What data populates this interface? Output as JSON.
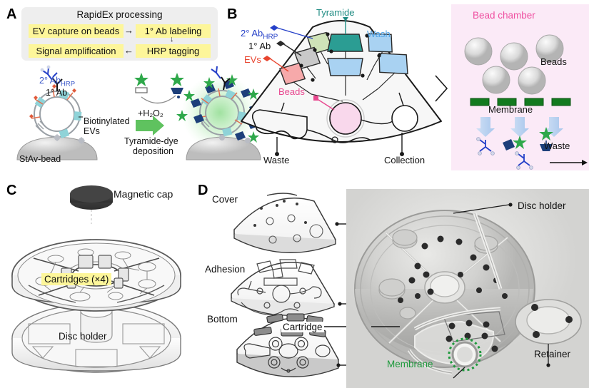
{
  "figure": {
    "panels": [
      "A",
      "B",
      "C",
      "D"
    ],
    "colors": {
      "highlight_yellow": "#fdf69a",
      "panelA_box_gray": "#eeeeee",
      "bead_chamber_pink": "#fbeaf7",
      "beads_label_pink": "#e8488f",
      "tyramide_teal": "#1e8b82",
      "wash_blue": "#4da3e8",
      "secondary_ab_blue": "#2540c8",
      "evs_red": "#e8452f",
      "membrane_green": "#1f9a3d",
      "bead_chamber_title_pink": "#ef4fa0"
    }
  },
  "panelA": {
    "letter": "A",
    "flow_title": "RapidEx processing",
    "steps": [
      "EV capture on beads",
      "1° Ab labeling",
      "Signal amplification",
      "HRP tagging"
    ],
    "arrows": [
      "→",
      "↓",
      "←"
    ],
    "schematic_labels": {
      "secondary_ab": "2° Ab",
      "secondary_ab_sub": "HRP",
      "primary_ab": "1° Ab",
      "biotinylated": "Biotinylated",
      "evs": "EVs",
      "bead": "StAv-bead",
      "peroxide": "+H₂O₂",
      "reaction_line1": "Tyramide-dye",
      "reaction_line2": "deposition"
    }
  },
  "panelB": {
    "letter": "B",
    "labels": {
      "tyramide": "Tyramide",
      "secondary_ab": "2° Ab",
      "secondary_ab_sub": "HRP",
      "primary_ab": "1° Ab",
      "evs": "EVs",
      "wash": "Wash",
      "beads": "Beads",
      "waste": "Waste",
      "collection": "Collection"
    },
    "chamber_colors": {
      "secondary_ab": "#cfe3b8",
      "primary_ab": "#c9c9c9",
      "evs": "#f6a9aa",
      "tyramide": "#2b9d93",
      "wash": "#a9d2f2"
    }
  },
  "beadChamber": {
    "title": "Bead chamber",
    "beads": "Beads",
    "membrane": "Membrane",
    "waste": "Waste",
    "bead_count": 5,
    "membrane_segments": 4,
    "flow_arrows": 3
  },
  "panelC": {
    "letter": "C",
    "labels": {
      "magnetic_cap": "Magnetic cap",
      "cartridges": "Cartridges (×4)",
      "disc_holder": "Disc holder"
    }
  },
  "panelD": {
    "letter": "D",
    "layers": [
      "Cover",
      "Adhesion",
      "Bottom"
    ],
    "photo_labels": {
      "disc_holder": "Disc holder",
      "cartridge": "Cartridge",
      "membrane": "Membrane",
      "retainer": "Retainer"
    }
  }
}
